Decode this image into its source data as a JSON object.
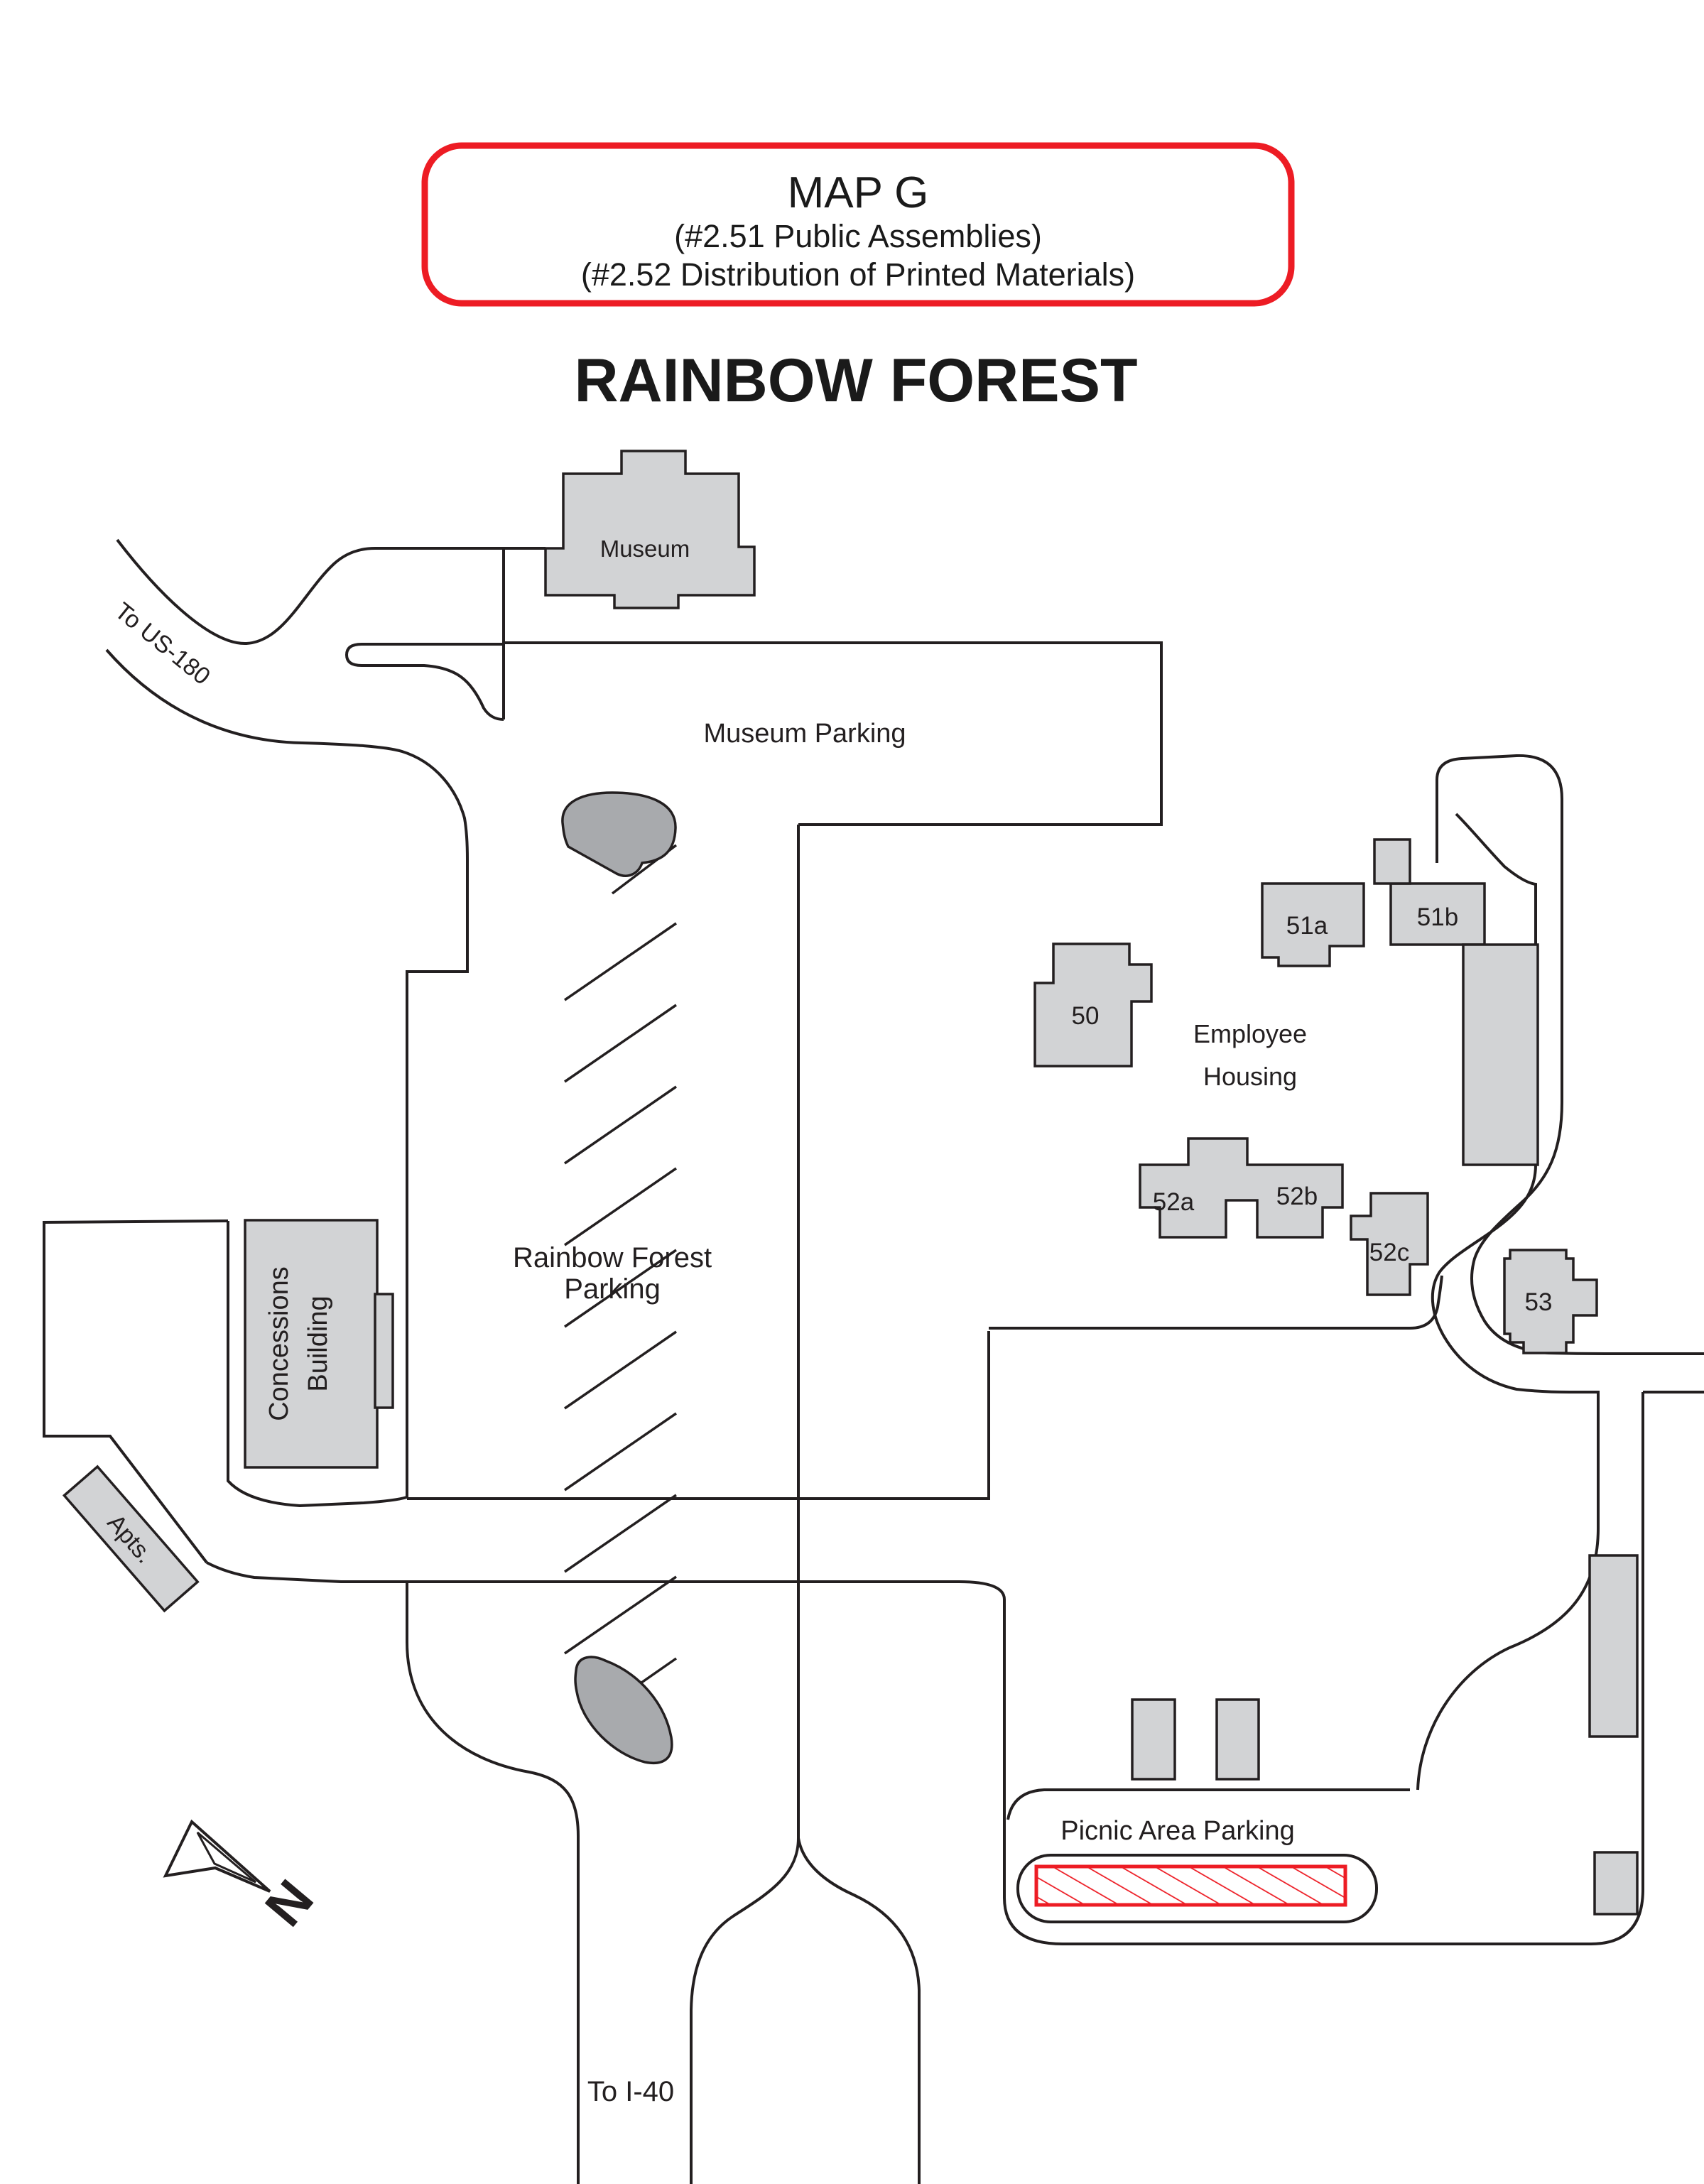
{
  "title_box": {
    "line1": "MAP G",
    "line2": "(#2.51 Public Assemblies)",
    "line3": "(#2.52 Distribution of Printed Materials)"
  },
  "map_title": "RAINBOW FOREST",
  "roads": {
    "to_us180": "To US-180",
    "to_i40": "To I-40"
  },
  "areas": {
    "museum_parking": "Museum Parking",
    "rainbow_forest_parking_line1": "Rainbow Forest",
    "rainbow_forest_parking_line2": "Parking",
    "picnic_area_parking": "Picnic Area Parking",
    "employee_housing_line1": "Employee",
    "employee_housing_line2": "Housing"
  },
  "buildings": {
    "museum": "Museum",
    "concessions_line1": "Concessions",
    "concessions_line2": "Building",
    "apts": "Apts.",
    "b50": "50",
    "b51a": "51a",
    "b51b": "51b",
    "b52a": "52a",
    "b52b": "52b",
    "b52c": "52c",
    "b53": "53"
  },
  "compass": {
    "north": "N"
  },
  "colors": {
    "line": "#231f20",
    "building_fill": "#d2d3d5",
    "blob_fill": "#a8aaad",
    "highlight": "#ed1c24"
  }
}
